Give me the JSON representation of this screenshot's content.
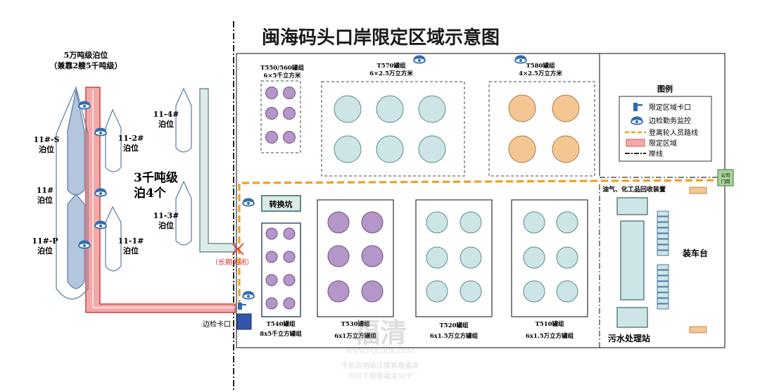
{
  "title": "闽海码头口岸限定区域示意图",
  "berths": {
    "big_berth_line1": "5万吨级泊位",
    "big_berth_line2": "（兼靠2艘5千吨级）",
    "b11s": [
      "11#-S",
      "泊位"
    ],
    "b11": [
      "11#",
      "泊位"
    ],
    "b11p": [
      "11#-P",
      "泊位"
    ],
    "b112": [
      "11-2#",
      "泊位"
    ],
    "b111": [
      "11-1#",
      "泊位"
    ],
    "b114": [
      "11-4#",
      "泊位"
    ],
    "b113": [
      "11-3#",
      "泊位"
    ],
    "small_berth_line1": "3千吨级",
    "small_berth_line2": "泊4个",
    "closed_label": "（长期关闭）",
    "checkpoint_label": "边检卡口"
  },
  "tanks": {
    "t550": [
      "T550/560罐组",
      "6×5千立方米"
    ],
    "t570": [
      "T570罐组",
      "6×2.5万立方米"
    ],
    "t580": [
      "T580罐组",
      "4×2.5万立方米"
    ],
    "conversion_pit": "转换坑",
    "t540": [
      "T540罐组",
      "8x5千立方罐组"
    ],
    "t530": [
      "T530罐组",
      "6x1万立方罐组"
    ],
    "t520": [
      "T520罐组",
      "6x1.5万立方罐组"
    ],
    "t510": [
      "T510罐组",
      "6x1.5万立方罐组"
    ]
  },
  "facilities": {
    "vapor_recovery": "油气、化工品回收装置",
    "loading_platform": "装车台",
    "sewage": "污水处理站",
    "company_gate": [
      "公司",
      "门岗"
    ]
  },
  "legend": {
    "title": "图例",
    "items": [
      "限定区域卡口",
      "边检勤务监控",
      "登离轮人员路线",
      "限定区域",
      "岸线"
    ]
  },
  "watermark": {
    "brand": "福清",
    "site": "WWW.FQLOOK.COM",
    "line1": "手机应用商店搜索看福清",
    "line2": "均可下载看福清APP"
  },
  "colors": {
    "purple_tank": "#b497c8",
    "blue_tank": "#cde5e6",
    "orange_tank": "#f4c694",
    "ship": "#b4c5de",
    "restricted": "#f4a9a9",
    "route": "#f0a020",
    "checkpoint": "#3355aa"
  }
}
